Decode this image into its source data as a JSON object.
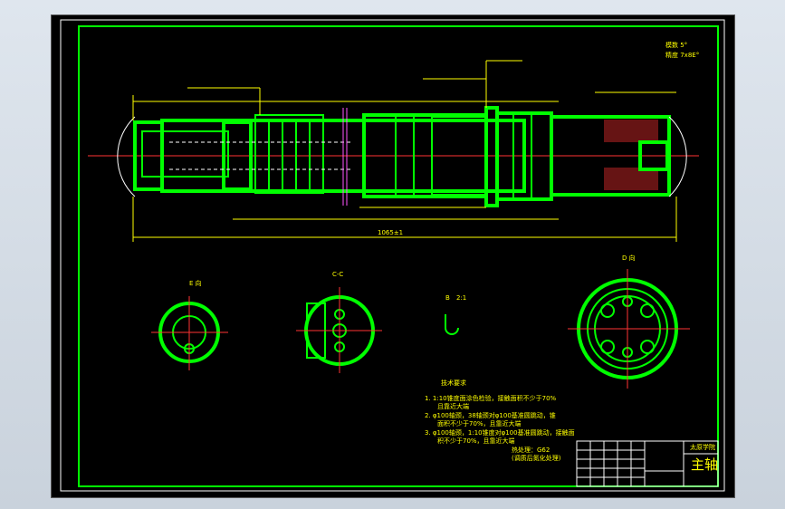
{
  "window": {
    "background": "#000000"
  },
  "drawing": {
    "spec_line1": "模数 5°",
    "spec_line2": "精度 7x8E°"
  },
  "views": {
    "e_view": "E 向",
    "d_view": "D 向",
    "c_section": "C-C",
    "b_detail": "B",
    "b_scale": "2:1"
  },
  "notes": {
    "title": "技术要求",
    "line1": "1. 1:10锥度面涂色检验，接触面积不少于70%",
    "line1b": "且靠近大端",
    "line2": "2. φ100轴颈，38轴颈对φ100基准圆跳动，锥",
    "line2b": "面积不少于70%，且靠近大端",
    "line3": "3. φ100轴颈，1:10锥度对φ100基准圆跳动，接触面",
    "line3b": "积不少于70%，且靠近大端",
    "material": "热处理：G62",
    "material_note": "(调质后氮化处理)"
  },
  "title_block": {
    "school": "太原学院",
    "part_name": "主轴"
  },
  "dimensions": {
    "overall_length": "1065±1"
  },
  "colors": {
    "outline": "#00ff00",
    "dimension": "#ffff00",
    "centerline": "#ff3333",
    "hidden": "#ffffff"
  }
}
